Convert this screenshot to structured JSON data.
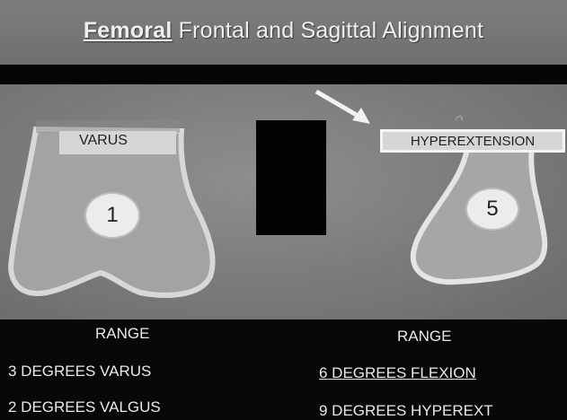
{
  "title": {
    "highlight": "Femoral",
    "rest": " Frontal and Sagittal Alignment"
  },
  "left_panel": {
    "label": "VARUS",
    "marker": "1"
  },
  "right_panel": {
    "label": "HYPEREXTENSION",
    "marker": "5"
  },
  "left_range": {
    "heading": "RANGE",
    "lines": [
      "3 DEGREES VARUS",
      "2 DEGREES VALGUS"
    ]
  },
  "right_range": {
    "heading": "RANGE",
    "lines": [
      "6 DEGREES FLEXION",
      "9 DEGREES HYPEREXT"
    ]
  },
  "colors": {
    "title_bg": "#777777",
    "bone_fill": "#a3a3a3",
    "bone_outline": "#d8d8d8",
    "label_bg": "#d6d6d6"
  }
}
